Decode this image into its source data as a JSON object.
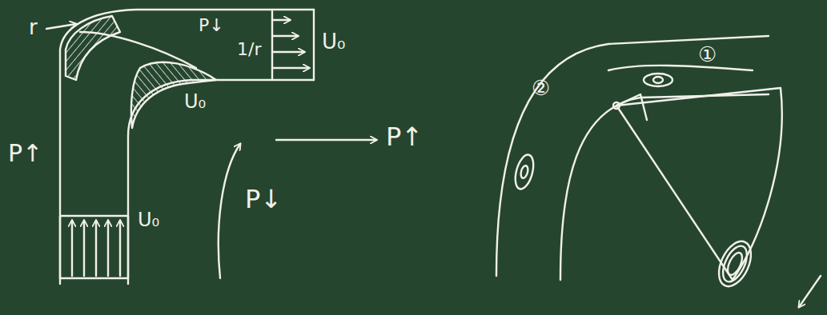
{
  "diagram": {
    "labels": [
      "r",
      "P↓",
      "U₀",
      "1/r",
      "U₀",
      "P↑",
      "U₀",
      "P↓",
      "P↑",
      "②",
      "①"
    ]
  }
}
